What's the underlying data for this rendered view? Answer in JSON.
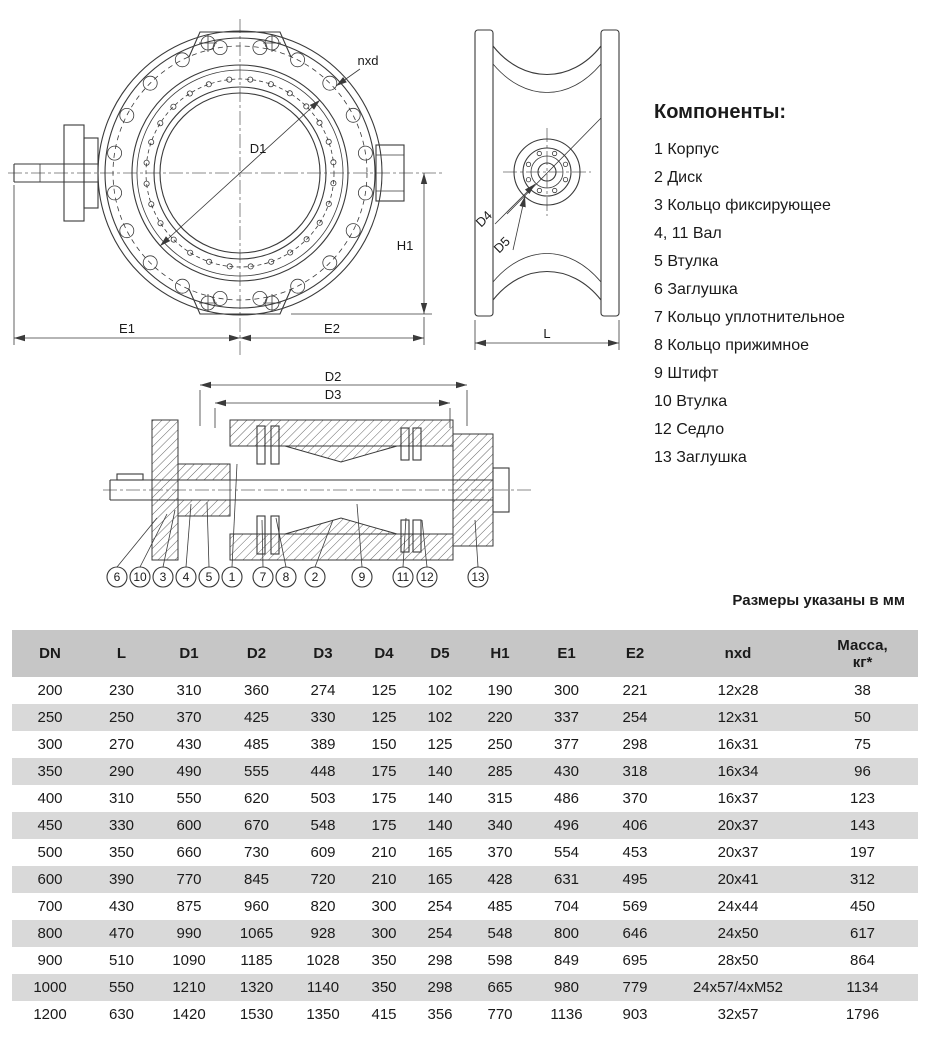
{
  "components": {
    "title": "Компоненты:",
    "items": [
      "1 Корпус",
      "2 Диск",
      "3 Кольцо фиксирующее",
      "4, 11 Вал",
      "5 Втулка",
      "6 Заглушка",
      "7 Кольцо уплотнительное",
      "8 Кольцо прижимное",
      "9 Штифт",
      "10 Втулка",
      "12 Седло",
      "13 Заглушка"
    ]
  },
  "drawings": {
    "front_view": {
      "d1": "D1",
      "nxd": "nxd",
      "h1": "H1",
      "e1": "E1",
      "e2": "E2"
    },
    "side_view": {
      "d4": "D4",
      "d5": "D5",
      "l": "L"
    },
    "section_view": {
      "d2": "D2",
      "d3": "D3",
      "callouts": [
        "6",
        "10",
        "3",
        "4",
        "5",
        "1",
        "7",
        "8",
        "2",
        "9",
        "11",
        "12",
        "13"
      ]
    }
  },
  "note": "Размеры указаны в мм",
  "table": {
    "headers": [
      "DN",
      "L",
      "D1",
      "D2",
      "D3",
      "D4",
      "D5",
      "H1",
      "E1",
      "E2",
      "nxd",
      "Масса,\nкг*"
    ],
    "rows": [
      [
        "200",
        "230",
        "310",
        "360",
        "274",
        "125",
        "102",
        "190",
        "300",
        "221",
        "12x28",
        "38"
      ],
      [
        "250",
        "250",
        "370",
        "425",
        "330",
        "125",
        "102",
        "220",
        "337",
        "254",
        "12x31",
        "50"
      ],
      [
        "300",
        "270",
        "430",
        "485",
        "389",
        "150",
        "125",
        "250",
        "377",
        "298",
        "16x31",
        "75"
      ],
      [
        "350",
        "290",
        "490",
        "555",
        "448",
        "175",
        "140",
        "285",
        "430",
        "318",
        "16x34",
        "96"
      ],
      [
        "400",
        "310",
        "550",
        "620",
        "503",
        "175",
        "140",
        "315",
        "486",
        "370",
        "16x37",
        "123"
      ],
      [
        "450",
        "330",
        "600",
        "670",
        "548",
        "175",
        "140",
        "340",
        "496",
        "406",
        "20x37",
        "143"
      ],
      [
        "500",
        "350",
        "660",
        "730",
        "609",
        "210",
        "165",
        "370",
        "554",
        "453",
        "20x37",
        "197"
      ],
      [
        "600",
        "390",
        "770",
        "845",
        "720",
        "210",
        "165",
        "428",
        "631",
        "495",
        "20x41",
        "312"
      ],
      [
        "700",
        "430",
        "875",
        "960",
        "820",
        "300",
        "254",
        "485",
        "704",
        "569",
        "24x44",
        "450"
      ],
      [
        "800",
        "470",
        "990",
        "1065",
        "928",
        "300",
        "254",
        "548",
        "800",
        "646",
        "24x50",
        "617"
      ],
      [
        "900",
        "510",
        "1090",
        "1185",
        "1028",
        "350",
        "298",
        "598",
        "849",
        "695",
        "28x50",
        "864"
      ],
      [
        "1000",
        "550",
        "1210",
        "1320",
        "1140",
        "350",
        "298",
        "665",
        "980",
        "779",
        "24x57/4xM52",
        "1134"
      ],
      [
        "1200",
        "630",
        "1420",
        "1530",
        "1350",
        "415",
        "356",
        "770",
        "1136",
        "903",
        "32x57",
        "1796"
      ]
    ]
  }
}
